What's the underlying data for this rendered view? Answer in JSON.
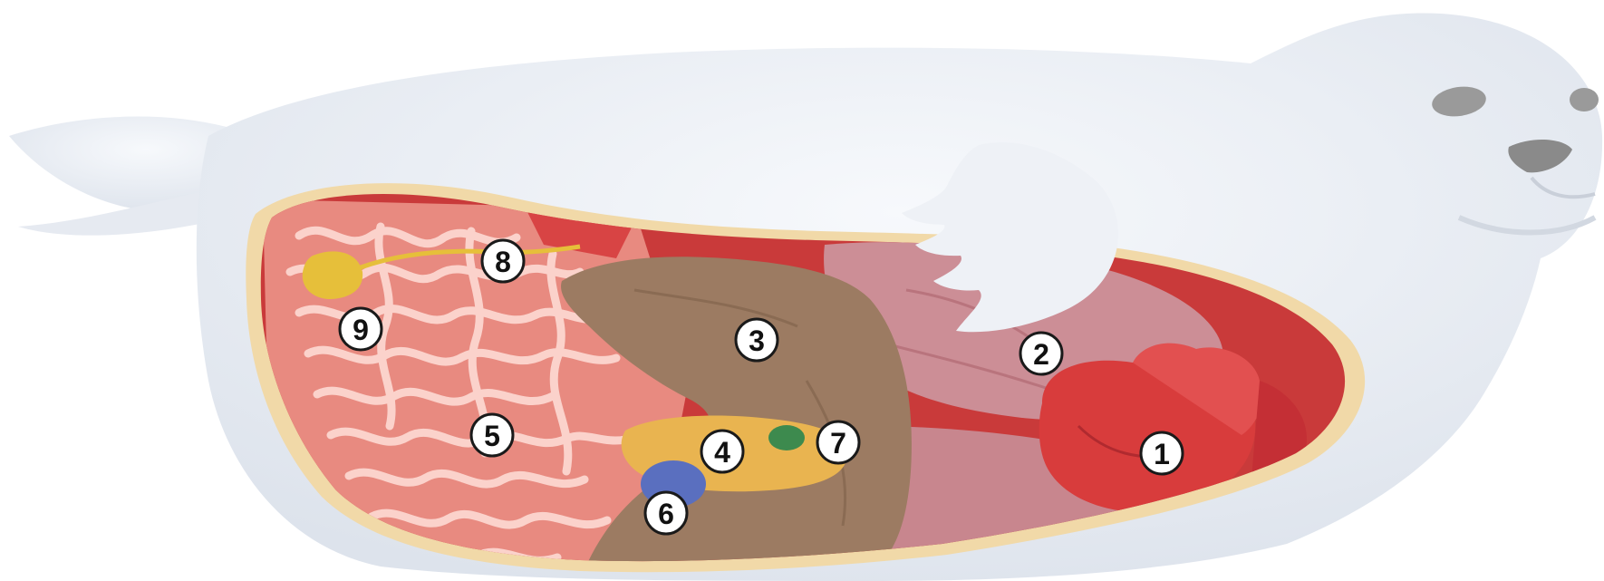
{
  "diagram": {
    "subject": "seal-internal-anatomy",
    "labels": [
      "1",
      "2",
      "3",
      "4",
      "5",
      "6",
      "7",
      "8",
      "9"
    ]
  },
  "colors": {
    "background": "#ffffff",
    "body_white": "#eef1f6",
    "body_shadow": "#dfe4ec",
    "fat_layer": "#f1d9a8",
    "body_cavity": "#c93a3a",
    "intestines": "#e88a80",
    "intestine_lines": "#fbd2cb",
    "liver": "#9c7b62",
    "lungs": "#cc8e96",
    "heart": "#d83c3c",
    "stomach": "#e9b450",
    "spleen": "#5a6fbf",
    "gallbladder": "#3d8a4e",
    "bladder": "#e6bf3a",
    "eye": "#9a9a9a",
    "nose": "#8a8a8a"
  }
}
